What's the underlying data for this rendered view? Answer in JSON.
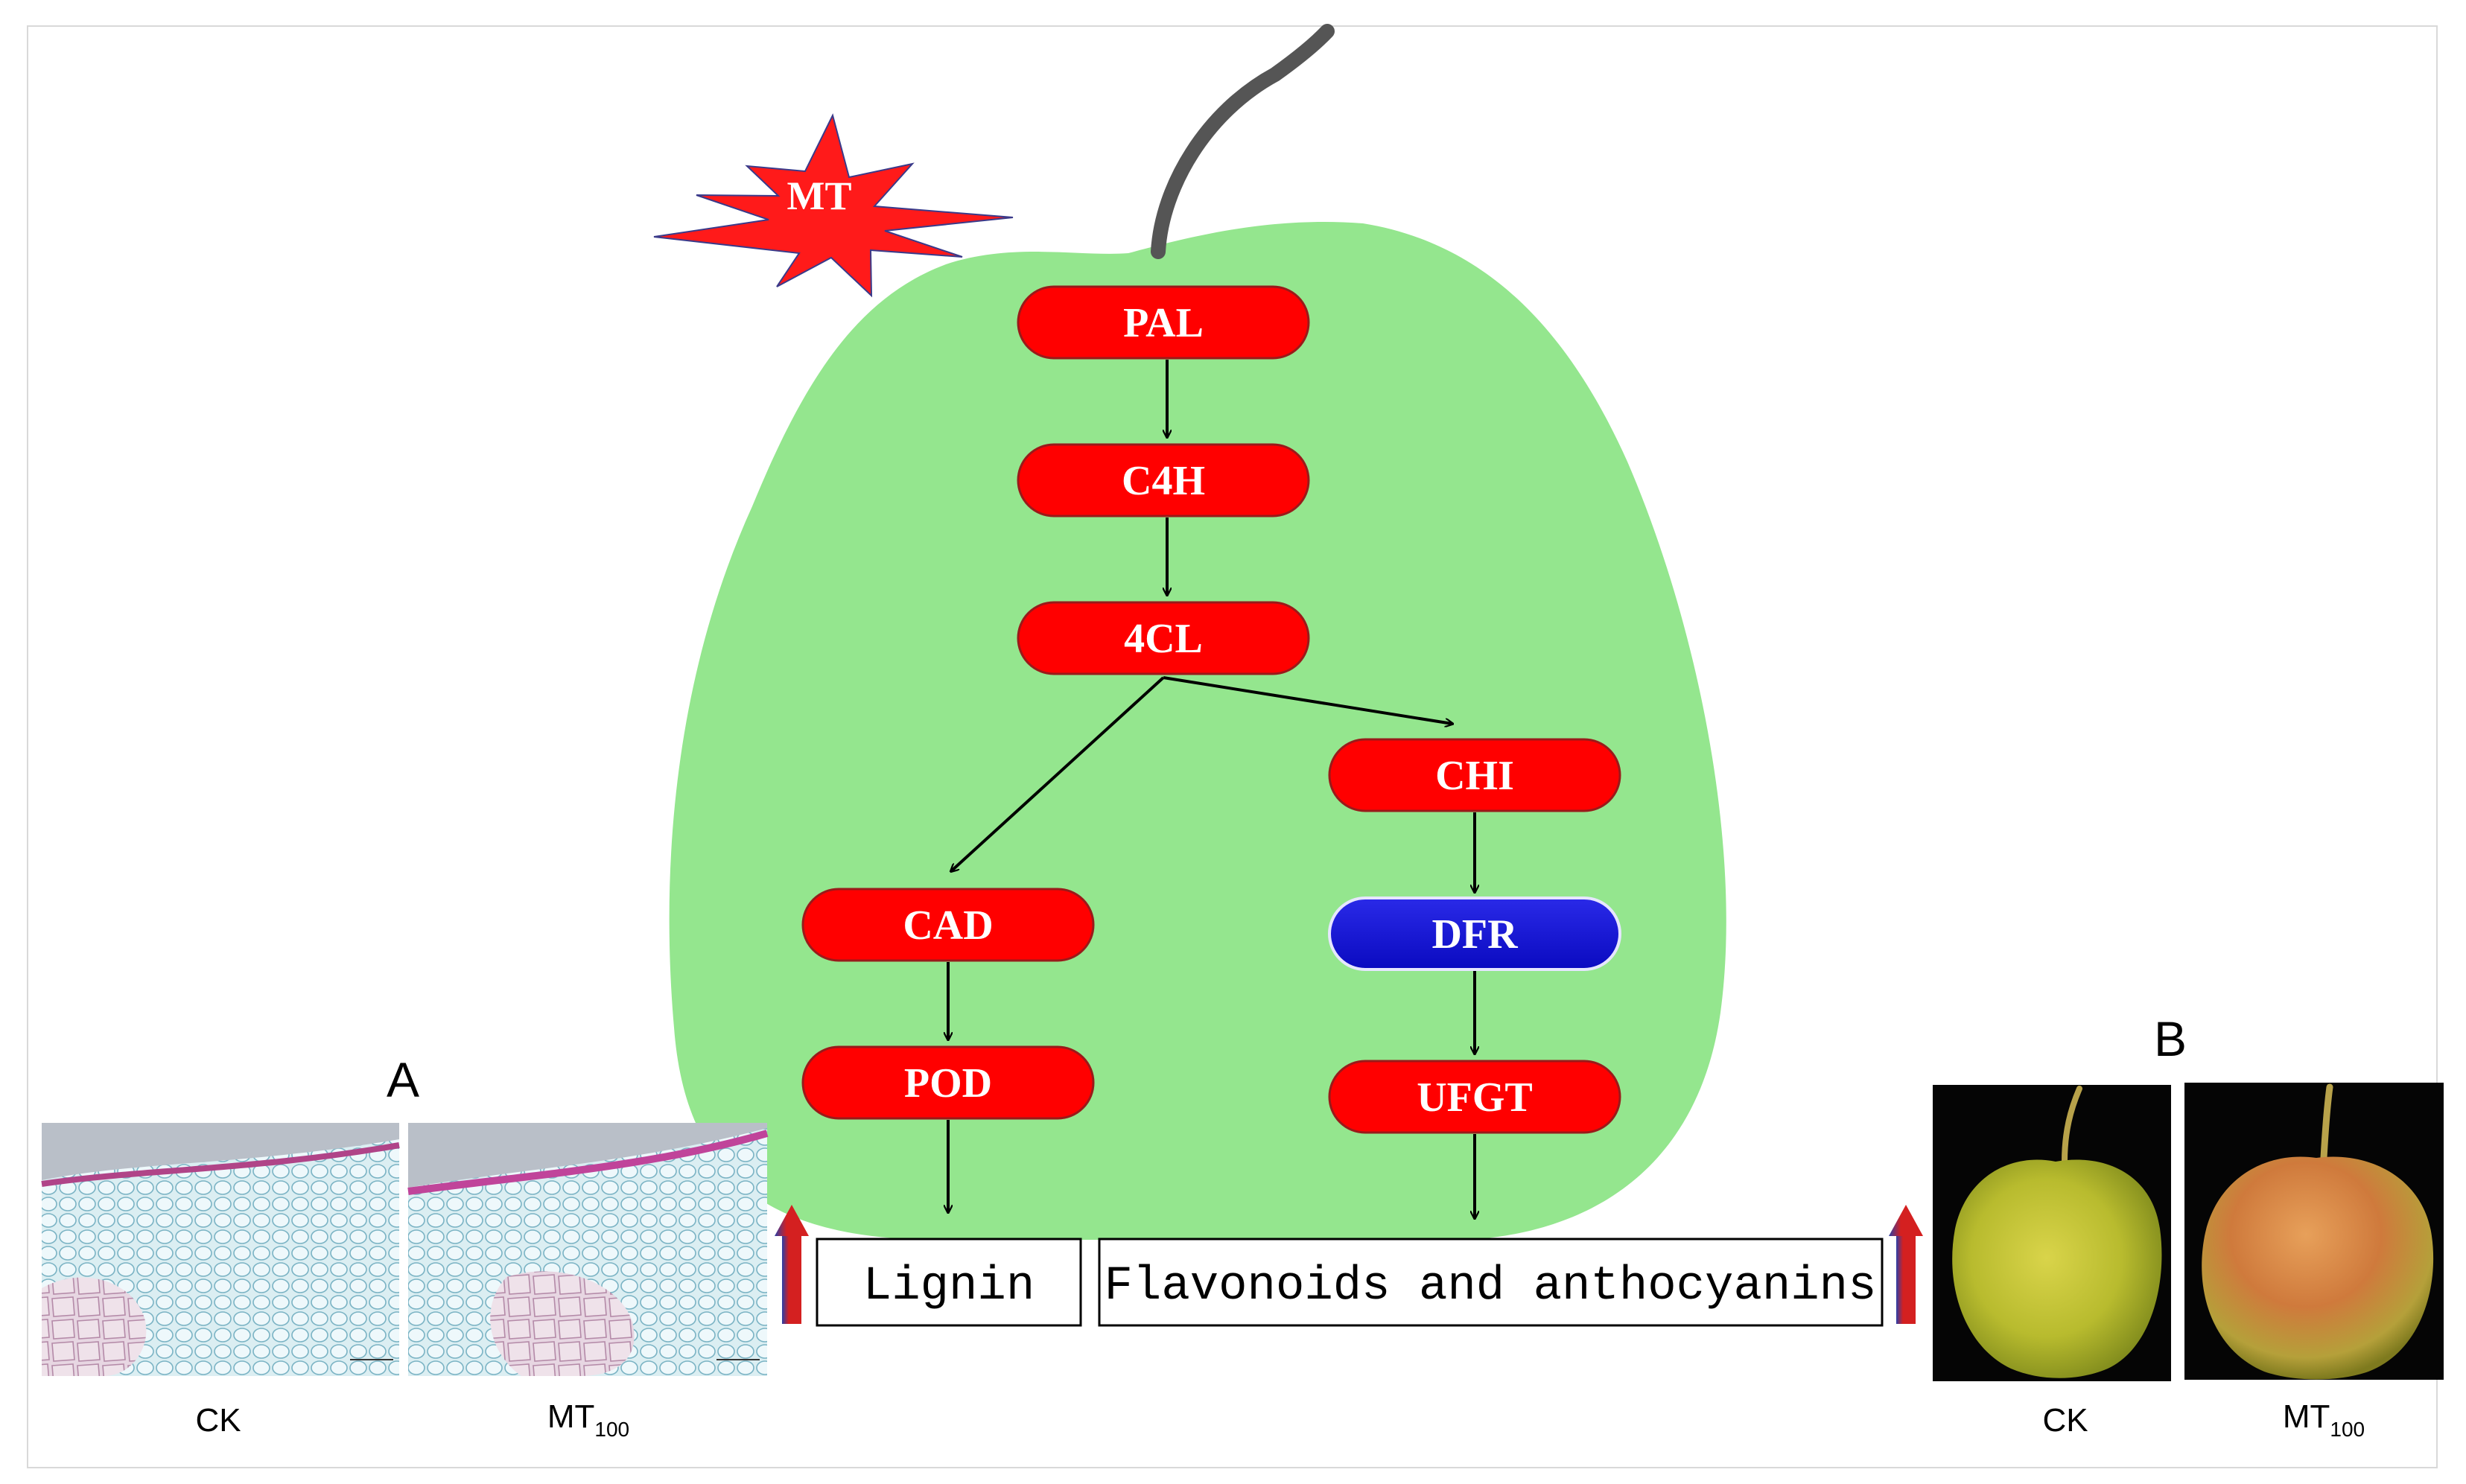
{
  "stimulus": {
    "label": "MT"
  },
  "pathway": {
    "nodes": {
      "pal": "PAL",
      "c4h": "C4H",
      "fourcl": "4CL",
      "chi": "CHI",
      "dfr": "DFR",
      "ufgt": "UFGT",
      "cad": "CAD",
      "pod": "POD"
    },
    "products": {
      "lignin": "Lignin",
      "flavonoids": "Flavonoids and anthocyanins"
    }
  },
  "panel_a": {
    "letter": "A",
    "labels": {
      "ck": "CK",
      "mt_base": "MT",
      "mt_sub": "100"
    }
  },
  "panel_b": {
    "letter": "B",
    "labels": {
      "ck": "CK",
      "mt_base": "MT",
      "mt_sub": "100"
    }
  },
  "colors": {
    "upregulated": "#ff0000",
    "downregulated": "#1010d8",
    "fruit_body": "#94e68e",
    "stem": "#555555",
    "increase_arrow": "#d42020"
  }
}
